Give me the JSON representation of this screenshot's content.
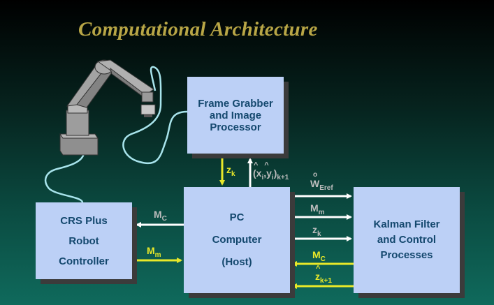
{
  "title": "Computational Architecture",
  "boxes": {
    "frame_grabber": [
      "Frame Grabber",
      "and Image",
      "Processor"
    ],
    "crs": [
      "CRS Plus",
      "Robot",
      "Controller"
    ],
    "pc": [
      "PC",
      "Computer",
      "(Host)"
    ],
    "kalman": [
      "Kalman Filter",
      "and Control",
      "Processes"
    ]
  },
  "labels": {
    "zk_down": {
      "main": "z",
      "sub": "k"
    },
    "xy_up": {
      "main": "(x",
      "sep": ",y",
      "close": ")",
      "sub_i": "i",
      "sub": "k+1"
    },
    "mc_left": {
      "main": "M",
      "sub": "C"
    },
    "mm_right": {
      "main": "M",
      "sub": "m"
    },
    "w_eref": {
      "main": "W",
      "sub": "Eref"
    },
    "mm_kalman": {
      "main": "M",
      "sub": "m"
    },
    "zk_kalman": {
      "main": "z",
      "sub": "k"
    },
    "mc_back": {
      "main": "M",
      "sub": "C"
    },
    "zk1_back": {
      "main": "z",
      "sub": "k+1"
    }
  },
  "colors": {
    "box_fill": "#bcd0f6",
    "box_text": "#14486e",
    "white_arrow": "#ffffff",
    "yellow_arrow": "#e8e829",
    "title": "#b8a646",
    "cable": "#a8e4ec"
  }
}
